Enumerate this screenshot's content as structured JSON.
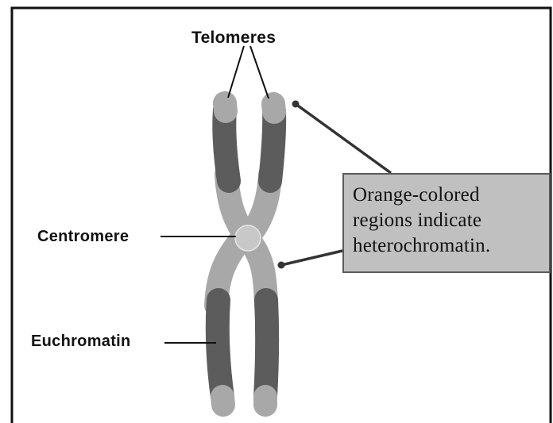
{
  "labels": {
    "telomeres": "Telomeres",
    "centromere": "Centromere",
    "euchromatin": "Euchromatin"
  },
  "callout": {
    "lines": [
      "Orange-colored",
      "regions indicate",
      "heterochromatin."
    ]
  },
  "colors": {
    "frame": "#111111",
    "euchromatin": "#5c5c5c",
    "heterochromatin": "#a8a8a8",
    "telomere_tip": "#a8a8a8",
    "centromere": "#c8c8c8",
    "callout_background": "#c0c0c0",
    "leader_line": "#333333"
  }
}
